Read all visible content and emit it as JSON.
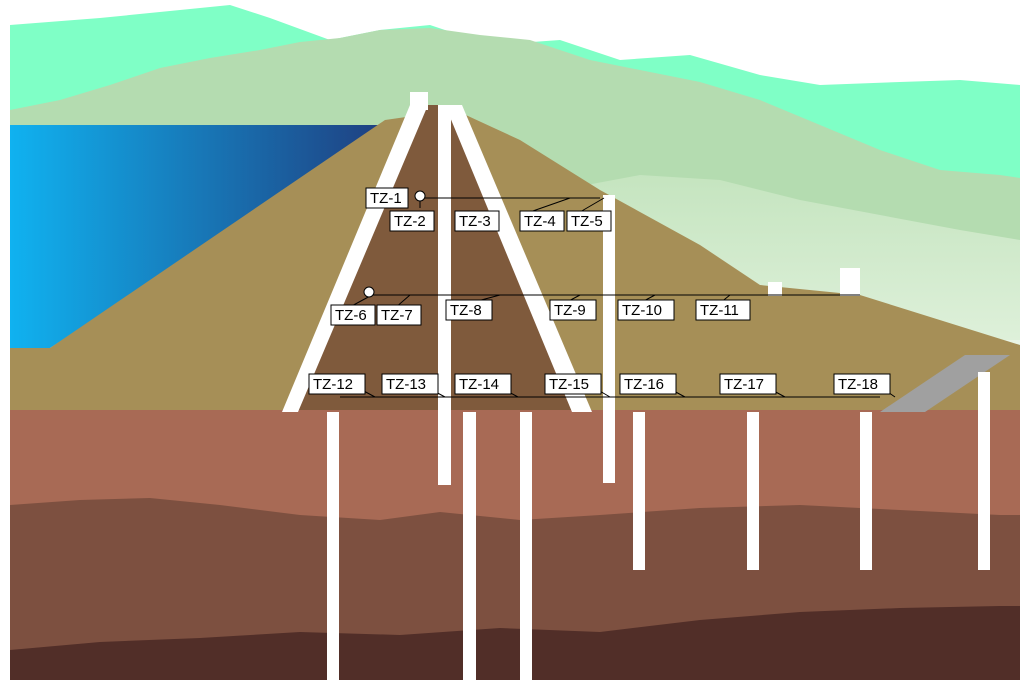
{
  "diagram": {
    "sensor_labels": [
      "TZ-1",
      "TZ-2",
      "TZ-3",
      "TZ-4",
      "TZ-5",
      "TZ-6",
      "TZ-7",
      "TZ-8",
      "TZ-9",
      "TZ-10",
      "TZ-11",
      "TZ-12",
      "TZ-13",
      "TZ-14",
      "TZ-15",
      "TZ-16",
      "TZ-17",
      "TZ-18"
    ],
    "colors": {
      "sky": "#ffffff",
      "far_hills": "#7fffc6",
      "mid_hills": "#b4dcb0",
      "reservoir_light": "#10b2f0",
      "reservoir_dark": "#1f3f80",
      "dam_shell": "#a68f57",
      "dam_core": "#7f5a3c",
      "clay_core_walls": "#ffffff",
      "soil_upper": "#a86a55",
      "soil_middle": "#7d5040",
      "soil_deep": "#512e28",
      "riprap": "#a0a0a0"
    }
  }
}
